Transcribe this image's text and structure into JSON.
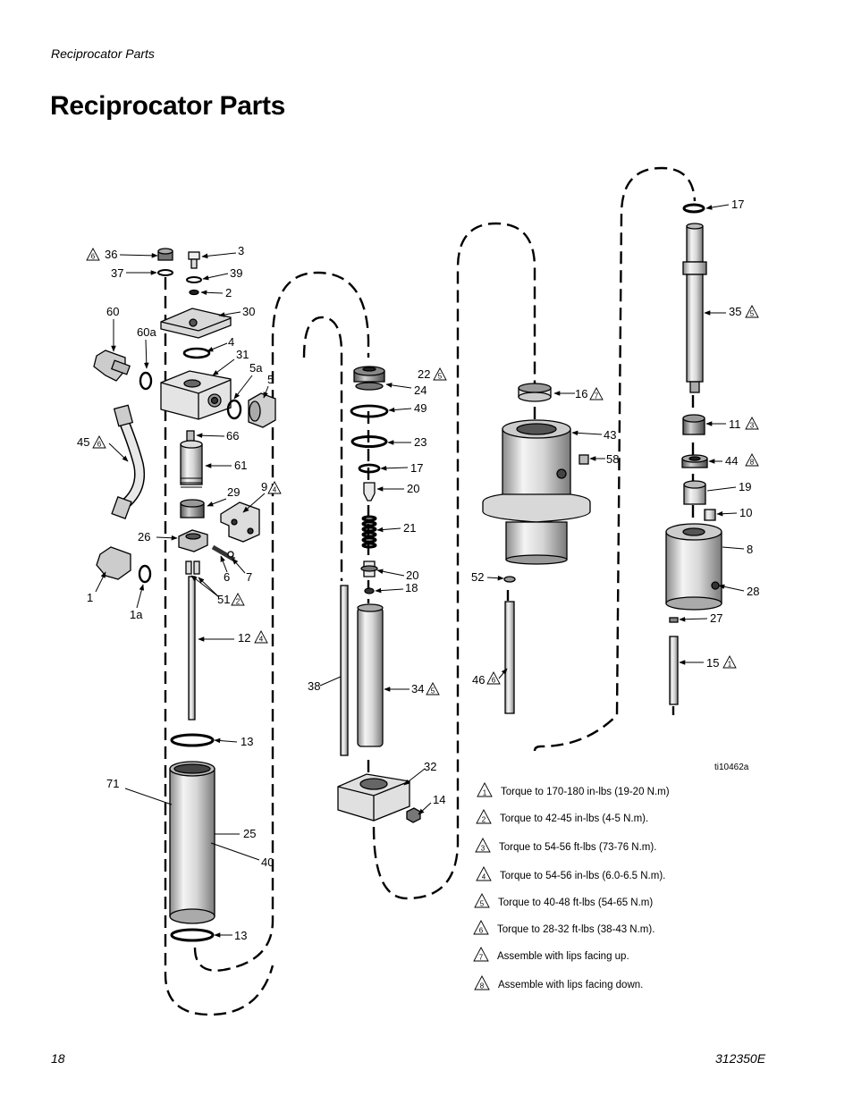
{
  "header": {
    "running_head": "Reciprocator Parts"
  },
  "page": {
    "title": "Reciprocator Parts"
  },
  "footer": {
    "page_number": "18",
    "doc_number": "312350E"
  },
  "figure": {
    "id": "ti10462a",
    "callouts": {
      "c36": "36",
      "c37": "37",
      "c3": "3",
      "c39": "39",
      "c2": "2",
      "c30": "30",
      "c60": "60",
      "c60a": "60a",
      "c4": "4",
      "c31": "31",
      "c5a": "5a",
      "c5": "5",
      "c45": "45",
      "c66": "66",
      "c61": "61",
      "c29": "29",
      "c9": "9",
      "c26": "26",
      "c6": "6",
      "c7": "7",
      "c1": "1",
      "c1a": "1a",
      "c51": "51",
      "c12": "12",
      "c13a": "13",
      "c71": "71",
      "c25": "25",
      "c40": "40",
      "c13b": "13",
      "c22": "22",
      "c24": "24",
      "c49": "49",
      "c23": "23",
      "c17a": "17",
      "c20a": "20",
      "c21": "21",
      "c20b": "20",
      "c18": "18",
      "c38": "38",
      "c34": "34",
      "c32": "32",
      "c14": "14",
      "c16": "16",
      "c43": "43",
      "c58": "58",
      "c52": "52",
      "c46": "46",
      "c17b": "17",
      "c35": "35",
      "c11": "11",
      "c44": "44",
      "c19": "19",
      "c10": "10",
      "c8": "8",
      "c28": "28",
      "c27": "27",
      "c15": "15"
    },
    "flags": {
      "f36": "6",
      "f45": "6",
      "f9": "4",
      "f51": "2",
      "f12": "4",
      "f22": "5",
      "f34": "5",
      "f16": "7",
      "f46": "6",
      "f35": "5",
      "f11": "3",
      "f44": "8",
      "f15": "1"
    },
    "notes": [
      {
        "num": "1",
        "text": "Torque to 170-180 in-lbs (19-20 N.m)"
      },
      {
        "num": "2",
        "text": "Torque to 42-45 in-lbs (4-5 N.m)."
      },
      {
        "num": "3",
        "text": "Torque to 54-56 ft-lbs (73-76 N.m)."
      },
      {
        "num": "4",
        "text": "Torque to 54-56 in-lbs (6.0-6.5 N.m)."
      },
      {
        "num": "5",
        "text": "Torque to 40-48 ft-lbs (54-65 N.m)"
      },
      {
        "num": "6",
        "text": "Torque to 28-32 ft-lbs (38-43 N.m)."
      },
      {
        "num": "7",
        "text": "Assemble with lips facing up."
      },
      {
        "num": "8",
        "text": "Assemble with lips facing down."
      }
    ]
  }
}
